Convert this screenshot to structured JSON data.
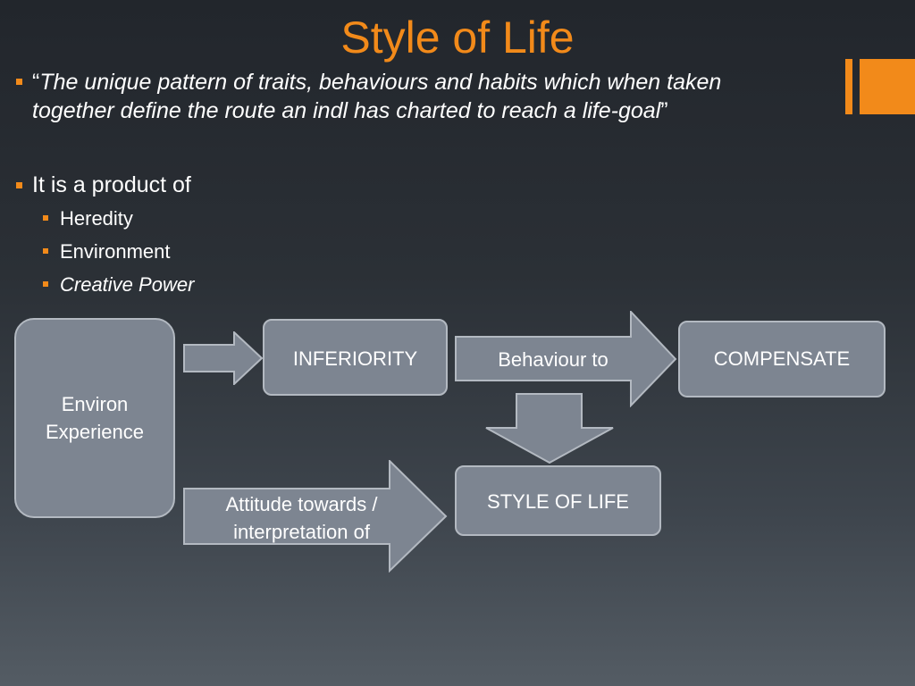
{
  "slide": {
    "title": "Style of Life",
    "quote": {
      "open_mark": "“",
      "line1": "The unique pattern of traits, behaviours and habits which when taken",
      "line2": "together define the route an indl has charted to reach a life-goal",
      "close_mark": "”"
    },
    "product_heading": "It is a product of",
    "product_items": [
      "Heredity",
      "Environment",
      "Creative Power"
    ]
  },
  "diagram": {
    "environ_box": {
      "line1": "Environ",
      "line2": "Experience"
    },
    "inferiority_box": "INFERIORITY",
    "behaviour_arrow": "Behaviour to",
    "compensate_box": "COMPENSATE",
    "style_box": "STYLE OF LIFE",
    "attitude_arrow": {
      "line1": "Attitude towards /",
      "line2": "interpretation of"
    }
  },
  "colors": {
    "accent": "#f28a1a",
    "shape_fill": "#7d8591",
    "shape_border": "#b3b9c1"
  }
}
